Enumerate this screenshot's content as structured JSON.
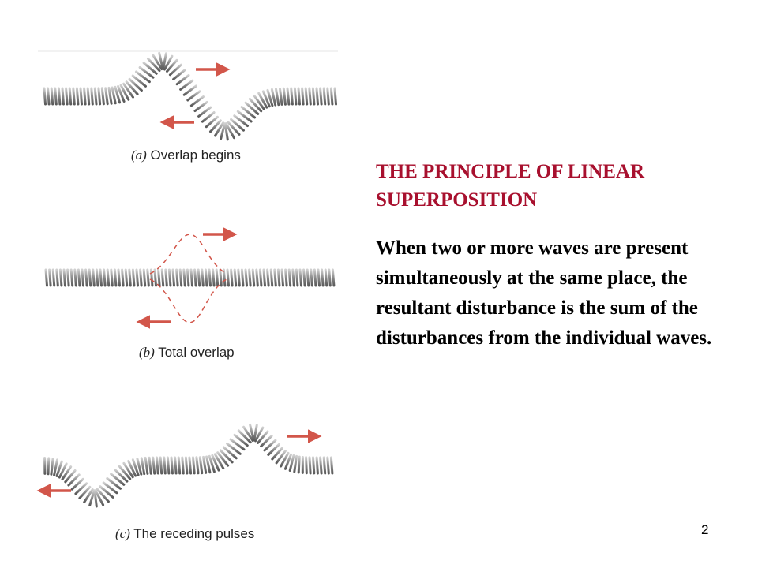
{
  "figure": {
    "caption_a_letter": "(a)",
    "caption_a_text": " Overlap begins",
    "caption_b_letter": "(b)",
    "caption_b_text": " Total overlap",
    "caption_c_letter": "(c)",
    "caption_c_text": " The receding pulses"
  },
  "content": {
    "heading_line1": "THE PRINCIPLE OF LINEAR",
    "heading_line2": "SUPERPOSITION",
    "body": "When two or more waves are present simultaneously at the same place, the resultant disturbance is the sum of the disturbances from the individual waves."
  },
  "page_number": "2",
  "colors": {
    "heading": "#a8102e",
    "arrow": "#d2564a",
    "spring": "#8c8c8c",
    "spring_dark": "#555555"
  }
}
